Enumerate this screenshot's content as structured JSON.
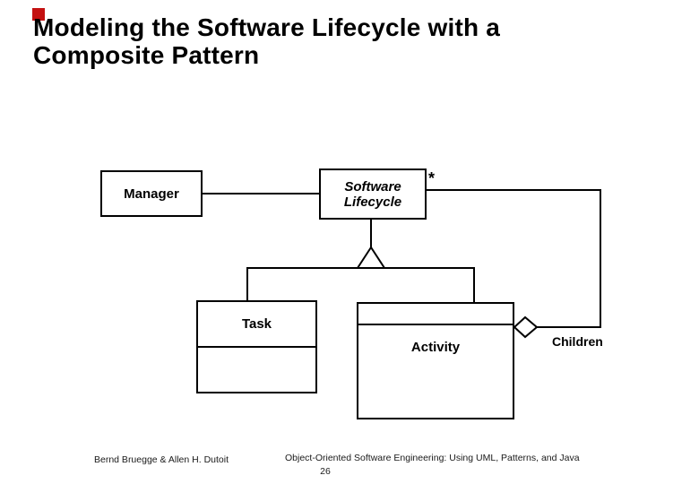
{
  "slide": {
    "title_line1": "Modeling the Software Lifecycle with a",
    "title_line2": "Composite Pattern",
    "logo_color": "#c41111"
  },
  "diagram": {
    "classes": {
      "manager": "Manager",
      "software_lifecycle_line1": "Software",
      "software_lifecycle_line2": "Lifecycle",
      "task": "Task",
      "activity": "Activity"
    },
    "labels": {
      "multiplicity": "*",
      "children": "Children"
    },
    "line_color": "#000000"
  },
  "footer": {
    "authors": "Bernd Bruegge & Allen H. Dutoit",
    "citation": "Object-Oriented Software Engineering: Using UML, Patterns, and Java",
    "page_number": "26"
  }
}
